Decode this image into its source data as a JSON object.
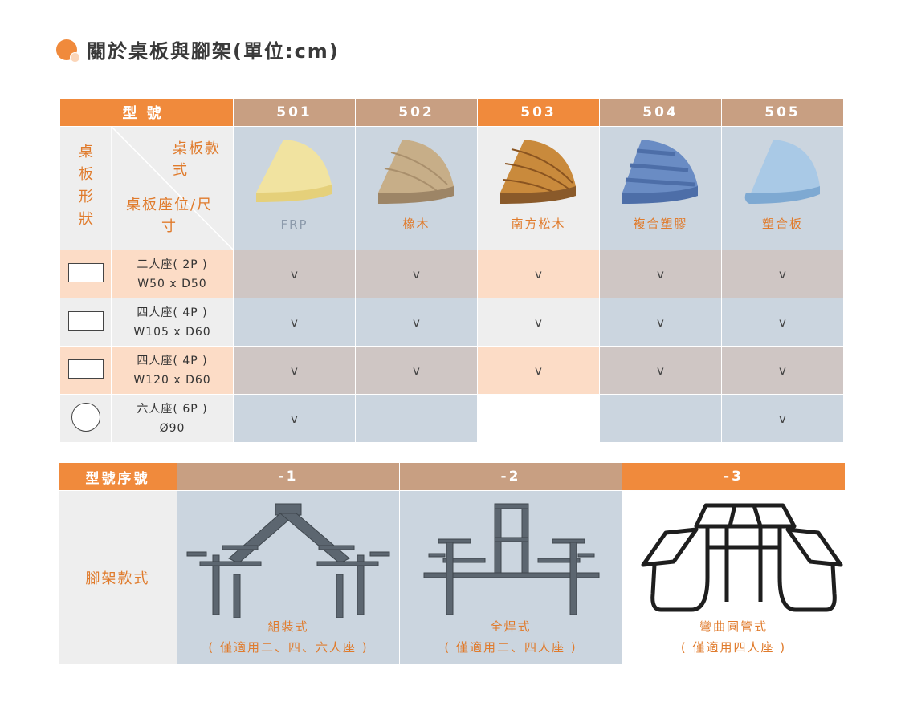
{
  "title": "關於桌板與腳架(單位:cm)",
  "colors": {
    "accent_orange": "#f08a3c",
    "tan": "#c89f82",
    "blue_gray": "#cbd5df",
    "taupe": "#cfc6c4",
    "peach": "#fcdcc6",
    "light_gray": "#eeeeee",
    "label_orange": "#e07b2c"
  },
  "table1": {
    "model_header": "型號",
    "models": [
      "501",
      "502",
      "503",
      "504",
      "505"
    ],
    "diagonal": {
      "left": "桌板形狀",
      "top_right": "桌板款式",
      "bottom_left": "桌板座位/尺寸"
    },
    "materials": [
      "FRP",
      "橡木",
      "南方松木",
      "複合塑膠",
      "塑合板"
    ],
    "rows": [
      {
        "shape": "rect-small-icon",
        "line1": "二人座( 2P )",
        "line2": "W50 x D50",
        "checks": [
          "v",
          "v",
          "v",
          "v",
          "v"
        ]
      },
      {
        "shape": "rect-medium-icon",
        "line1": "四人座( 4P )",
        "line2": "W105 x D60",
        "checks": [
          "v",
          "v",
          "v",
          "v",
          "v"
        ]
      },
      {
        "shape": "rect-large-icon",
        "line1": "四人座( 4P )",
        "line2": "W120 x D60",
        "checks": [
          "v",
          "v",
          "v",
          "v",
          "v"
        ]
      },
      {
        "shape": "circle-icon",
        "line1": "六人座( 6P )",
        "line2": "Ø90",
        "checks": [
          "v",
          "",
          "",
          "",
          "v"
        ]
      }
    ]
  },
  "table2": {
    "header": "型號序號",
    "suffixes": [
      "-1",
      "-2",
      "-3"
    ],
    "row_label": "腳架款式",
    "frames": [
      {
        "name": "組裝式",
        "note": "( 僅適用二、四、六人座 )"
      },
      {
        "name": "全焊式",
        "note": "( 僅適用二、四人座 )"
      },
      {
        "name": "彎曲圓管式",
        "note": "( 僅適用四人座 )"
      }
    ]
  }
}
